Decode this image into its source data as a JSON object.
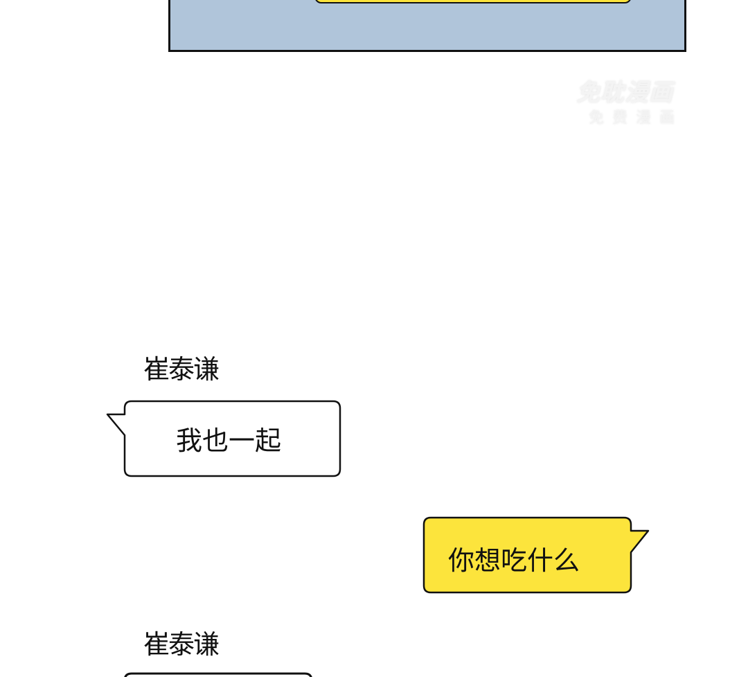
{
  "watermark": {
    "line1": "免耽漫画",
    "line2": "免费漫画"
  },
  "messages": [
    {
      "speaker": "崔泰谦",
      "text": "我也一起",
      "side": "left",
      "bubble_color": "#ffffff"
    },
    {
      "speaker": "",
      "text": "你想吃什么",
      "side": "right",
      "bubble_color": "#fce43c"
    },
    {
      "speaker": "崔泰谦",
      "text": "",
      "side": "left",
      "bubble_color": "#ffffff"
    }
  ],
  "colors": {
    "panel": "#b0c5da",
    "yellow": "#fce43c",
    "outline": "#111111"
  }
}
